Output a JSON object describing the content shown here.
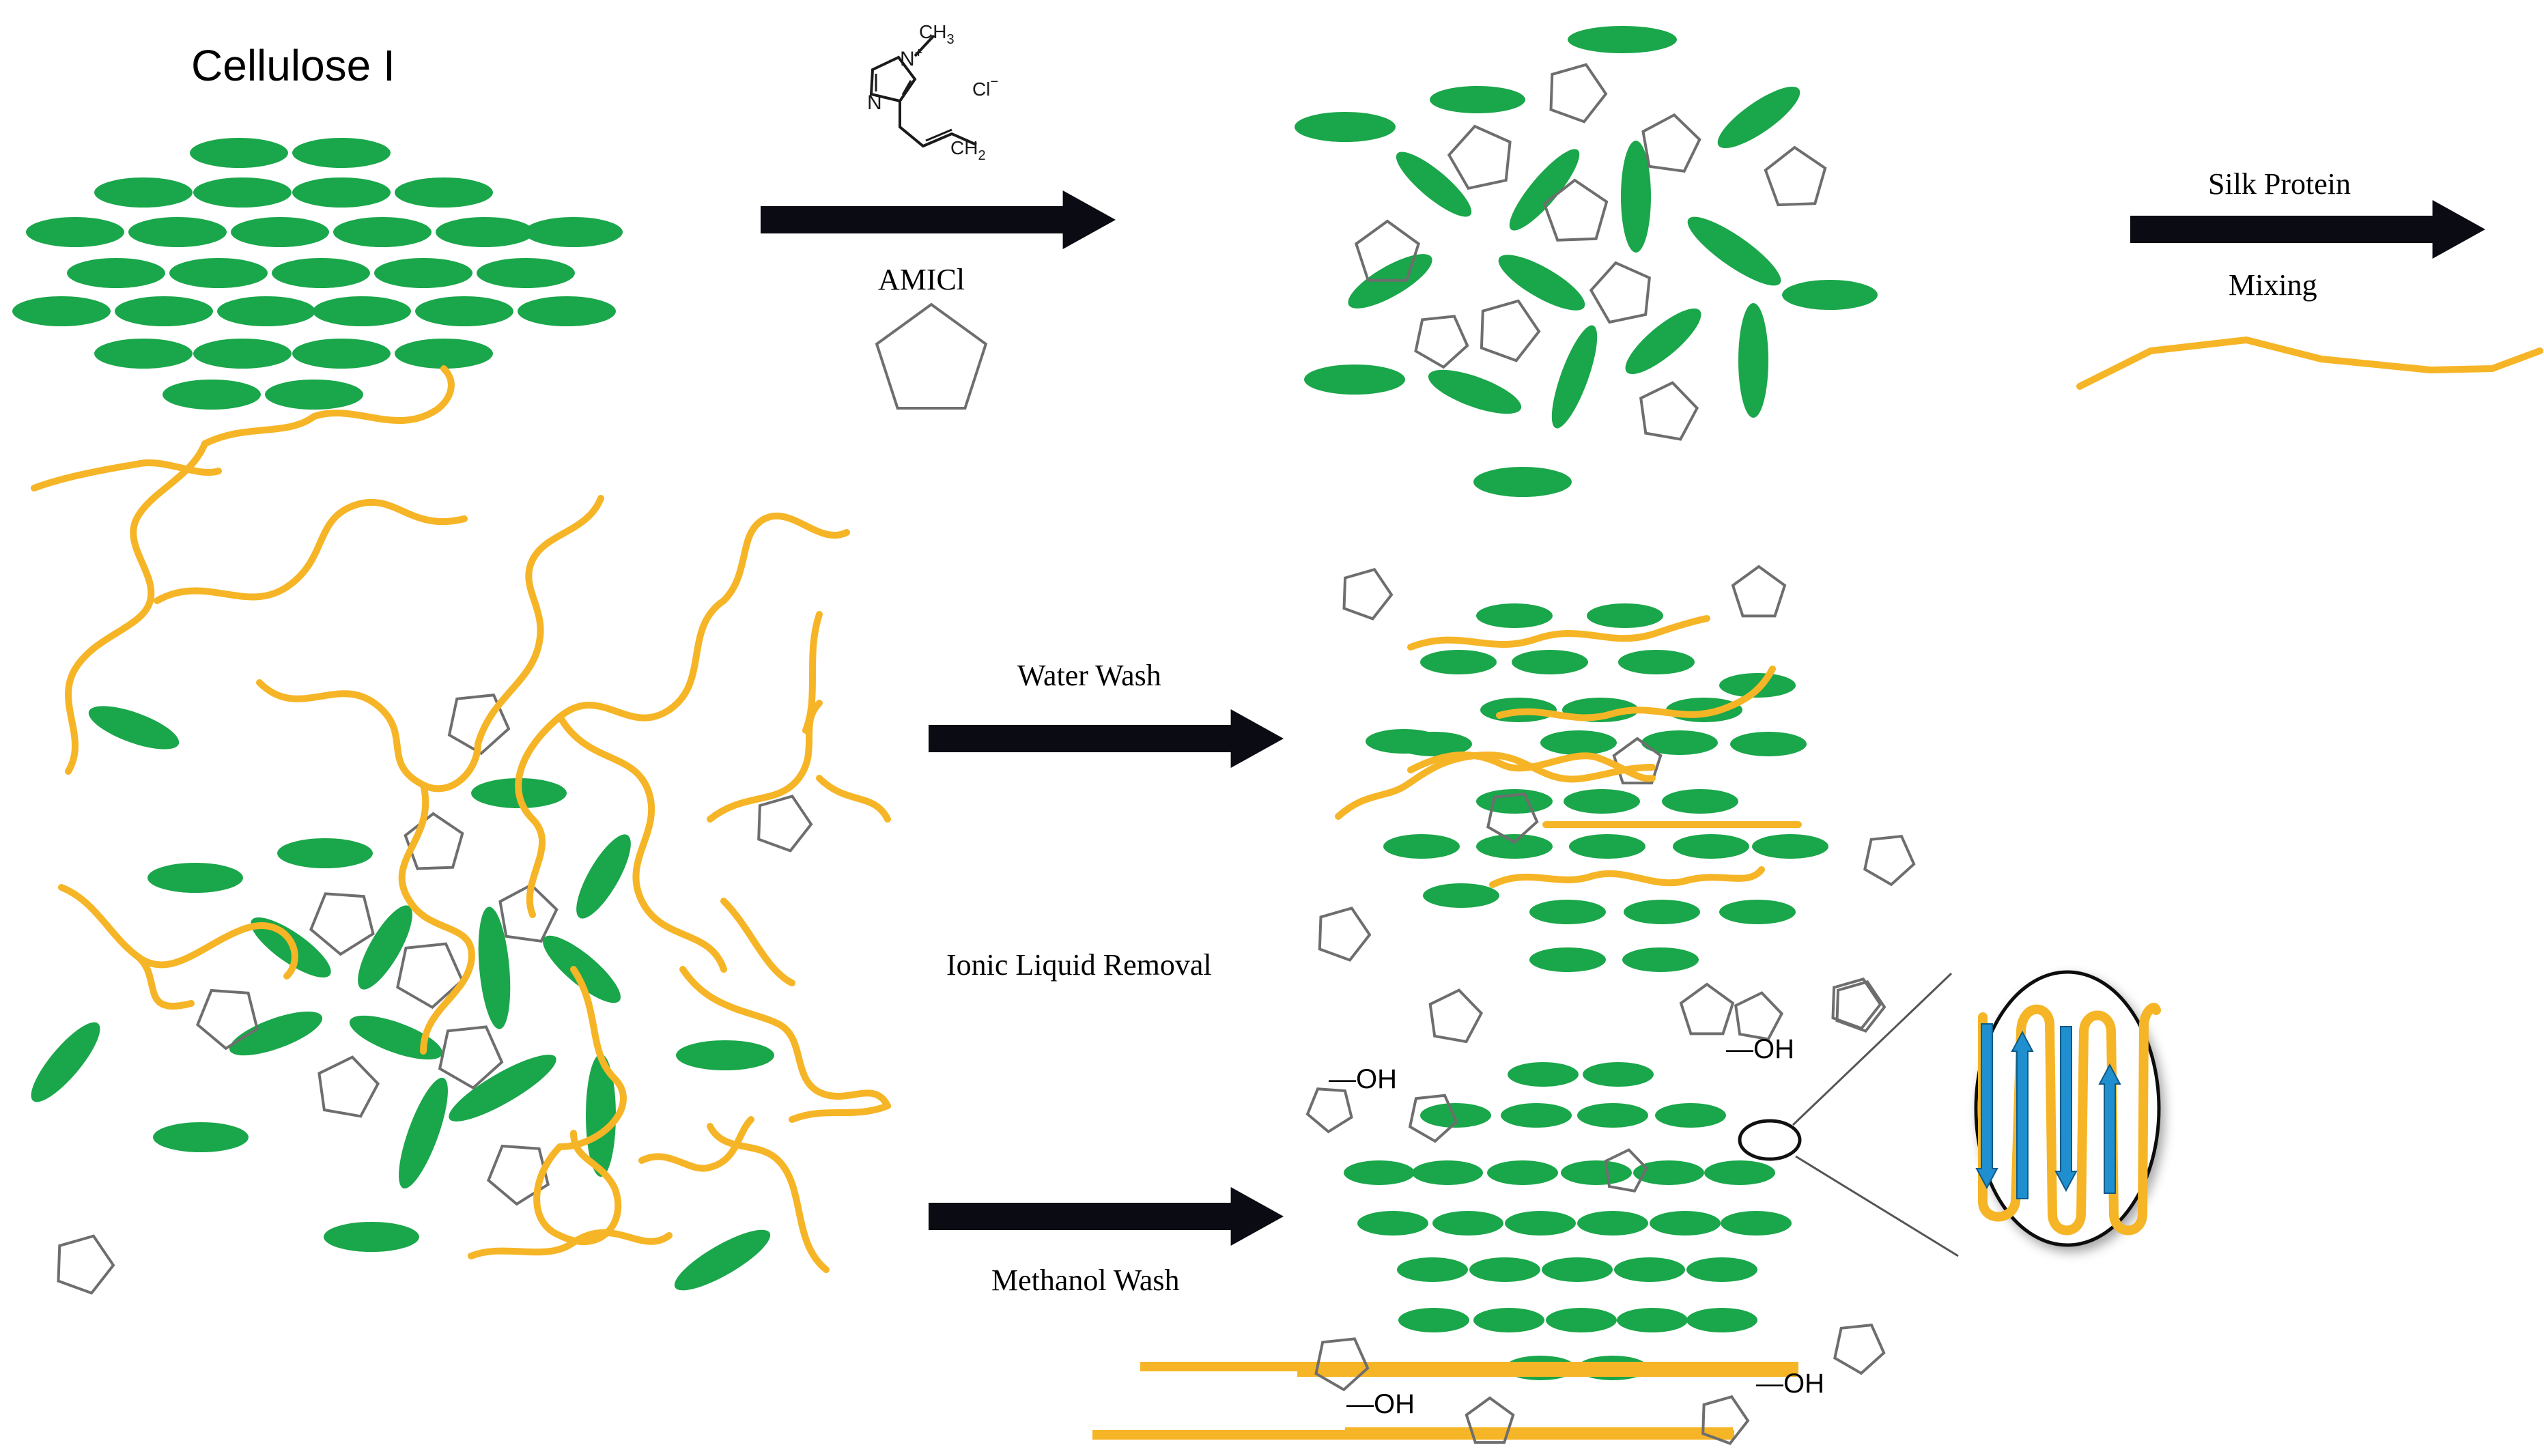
{
  "colors": {
    "cellulose": "#1aa64a",
    "silk": "#f6b526",
    "ionic_liquid": "#6e6e6e",
    "arrow": "#0b0b14",
    "beta_sheet": "#1f8fd0",
    "text": "#1a1a1a"
  },
  "labels": {
    "cellulose_i": "Cellulose I",
    "amicl": "AMICl",
    "silk_protein": "Silk Protein",
    "mixing": "Mixing",
    "water_wash": "Water Wash",
    "ionic_liquid_removal": "Ionic Liquid Removal",
    "methanol_wash": "Methanol Wash",
    "oh_group": "—OH"
  },
  "molecule": {
    "ch3": "CH",
    "ch3_sub": "3",
    "n_plus": "N",
    "plus": "+",
    "n": "N",
    "ch2": "CH",
    "ch2_sub": "2",
    "cl": "Cl",
    "minus": "−"
  },
  "icons": [
    "right-arrow-icon",
    "pentagon-icon",
    "ellipse-icon",
    "magnify-lens-icon",
    "up-arrow-icon",
    "down-arrow-icon"
  ]
}
